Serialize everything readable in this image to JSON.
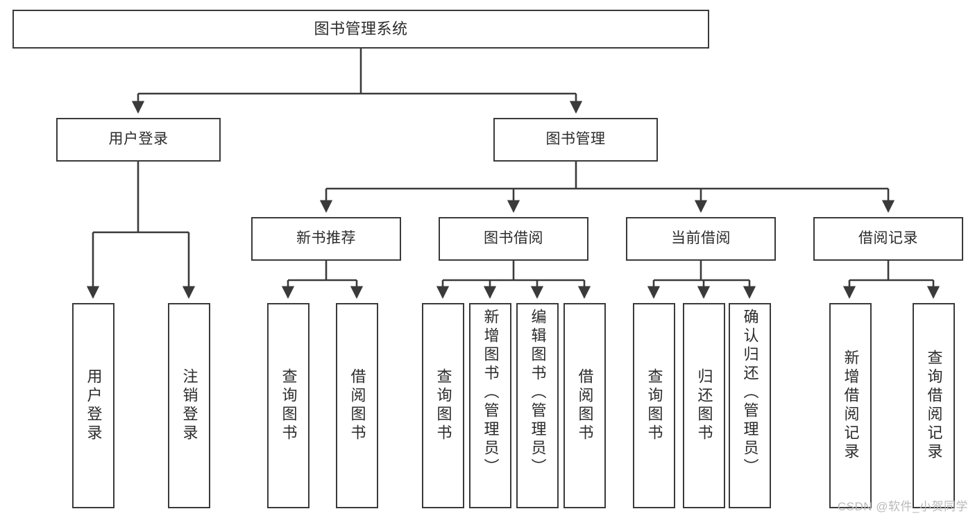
{
  "diagram": {
    "title": "图书管理系统",
    "watermark": "CSDN @软件_小贺同学",
    "accent_color": "#3a3a3a",
    "background_color": "#ffffff",
    "text_color": "#2b2b2b",
    "root": {
      "label": "图书管理系统"
    },
    "level1": [
      {
        "label": "用户登录"
      },
      {
        "label": "图书管理"
      }
    ],
    "level2": [
      {
        "label": "新书推荐"
      },
      {
        "label": "图书借阅"
      },
      {
        "label": "当前借阅"
      },
      {
        "label": "借阅记录"
      }
    ],
    "leaves": {
      "user_login": [
        {
          "label": "用户登录"
        },
        {
          "label": "注销登录"
        }
      ],
      "new_book_recommend": [
        {
          "label": "查询图书"
        },
        {
          "label": "借阅图书"
        }
      ],
      "book_borrow": [
        {
          "label": "查询图书"
        },
        {
          "label": "新增图书（管理员）"
        },
        {
          "label": "编辑图书（管理员）"
        },
        {
          "label": "借阅图书"
        }
      ],
      "current_borrow": [
        {
          "label": "查询图书"
        },
        {
          "label": "归还图书"
        },
        {
          "label": "确认归还（管理员）"
        }
      ],
      "borrow_record": [
        {
          "label": "新增借阅记录"
        },
        {
          "label": "查询借阅记录"
        }
      ]
    }
  },
  "chart_data": {
    "type": "table",
    "title": "图书管理系统 功能结构图",
    "nodes": [
      {
        "id": "root",
        "label": "图书管理系统",
        "level": 0,
        "parent": null
      },
      {
        "id": "user-login",
        "label": "用户登录",
        "level": 1,
        "parent": "root"
      },
      {
        "id": "book-manage",
        "label": "图书管理",
        "level": 1,
        "parent": "root"
      },
      {
        "id": "new-book",
        "label": "新书推荐",
        "level": 2,
        "parent": "book-manage"
      },
      {
        "id": "book-borrow",
        "label": "图书借阅",
        "level": 2,
        "parent": "book-manage"
      },
      {
        "id": "current-borrow",
        "label": "当前借阅",
        "level": 2,
        "parent": "book-manage"
      },
      {
        "id": "borrow-record",
        "label": "借阅记录",
        "level": 2,
        "parent": "book-manage"
      },
      {
        "id": "ul-1",
        "label": "用户登录",
        "level": 2,
        "parent": "user-login"
      },
      {
        "id": "ul-2",
        "label": "注销登录",
        "level": 2,
        "parent": "user-login"
      },
      {
        "id": "nb-1",
        "label": "查询图书",
        "level": 3,
        "parent": "new-book"
      },
      {
        "id": "nb-2",
        "label": "借阅图书",
        "level": 3,
        "parent": "new-book"
      },
      {
        "id": "bb-1",
        "label": "查询图书",
        "level": 3,
        "parent": "book-borrow"
      },
      {
        "id": "bb-2",
        "label": "新增图书（管理员）",
        "level": 3,
        "parent": "book-borrow"
      },
      {
        "id": "bb-3",
        "label": "编辑图书（管理员）",
        "level": 3,
        "parent": "book-borrow"
      },
      {
        "id": "bb-4",
        "label": "借阅图书",
        "level": 3,
        "parent": "book-borrow"
      },
      {
        "id": "cb-1",
        "label": "查询图书",
        "level": 3,
        "parent": "current-borrow"
      },
      {
        "id": "cb-2",
        "label": "归还图书",
        "level": 3,
        "parent": "current-borrow"
      },
      {
        "id": "cb-3",
        "label": "确认归还（管理员）",
        "level": 3,
        "parent": "current-borrow"
      },
      {
        "id": "br-1",
        "label": "新增借阅记录",
        "level": 3,
        "parent": "borrow-record"
      },
      {
        "id": "br-2",
        "label": "查询借阅记录",
        "level": 3,
        "parent": "borrow-record"
      }
    ]
  }
}
